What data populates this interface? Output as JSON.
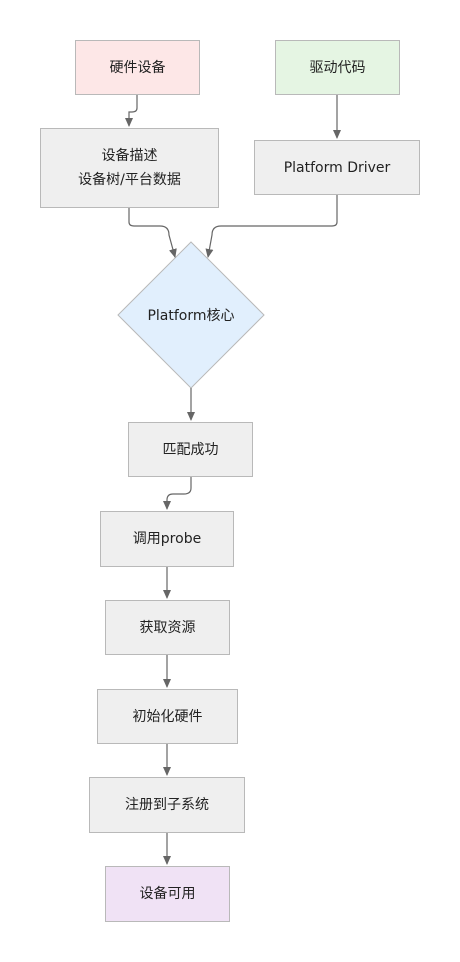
{
  "nodes": {
    "hardware": {
      "label": "硬件设备",
      "fill": "#fde7e7"
    },
    "driver_code": {
      "label": "驱动代码",
      "fill": "#e5f5e3"
    },
    "device_desc": {
      "label": "设备描述\n设备树/平台数据",
      "fill": "#efefef"
    },
    "platform_driver": {
      "label": "Platform Driver",
      "fill": "#efefef"
    },
    "platform_core": {
      "label": "Platform核心",
      "fill": "#e1effd"
    },
    "match_success": {
      "label": "匹配成功",
      "fill": "#efefef"
    },
    "call_probe": {
      "label": "调用probe",
      "fill": "#efefef"
    },
    "get_resources": {
      "label": "获取资源",
      "fill": "#efefef"
    },
    "init_hardware": {
      "label": "初始化硬件",
      "fill": "#efefef"
    },
    "register_subsystem": {
      "label": "注册到子系统",
      "fill": "#efefef"
    },
    "device_available": {
      "label": "设备可用",
      "fill": "#f0e2f5"
    }
  },
  "edges": [
    {
      "from": "hardware",
      "to": "device_desc"
    },
    {
      "from": "driver_code",
      "to": "platform_driver"
    },
    {
      "from": "device_desc",
      "to": "platform_core"
    },
    {
      "from": "platform_driver",
      "to": "platform_core"
    },
    {
      "from": "platform_core",
      "to": "match_success"
    },
    {
      "from": "match_success",
      "to": "call_probe"
    },
    {
      "from": "call_probe",
      "to": "get_resources"
    },
    {
      "from": "get_resources",
      "to": "init_hardware"
    },
    {
      "from": "init_hardware",
      "to": "register_subsystem"
    },
    {
      "from": "register_subsystem",
      "to": "device_available"
    }
  ],
  "colors": {
    "node_border": "#b9b9b9",
    "edge": "#666666"
  }
}
